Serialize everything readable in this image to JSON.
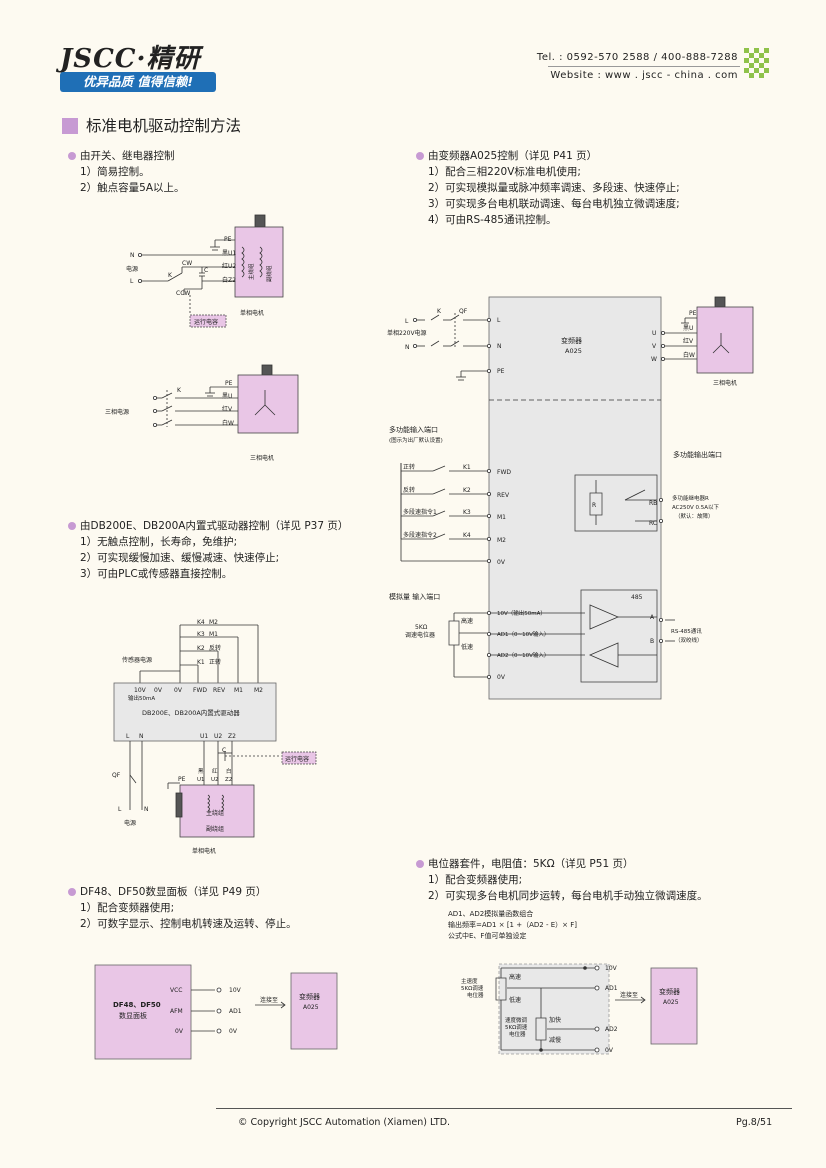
{
  "header": {
    "logo_text": "JSCC·精研",
    "slogan": "优异品质 值得信赖!",
    "tel": "Tel. : 0592-570 2588 / 400-888-7288",
    "website": "Website : www . jscc - china . com",
    "brand_color": "#1f6fb6"
  },
  "page_title": "标准电机驱动控制方法",
  "sec1": {
    "title": "由开关、继电器控制",
    "items": [
      "1）简易控制。",
      "2）触点容量5A以上。"
    ]
  },
  "diag1": {
    "pe": "PE",
    "black_u1": "黑U1",
    "red_u2": "红U2",
    "white_z2": "白Z2",
    "n": "N",
    "l": "L",
    "power": "电源",
    "cw": "CW",
    "ccw": "CCW",
    "k": "K",
    "c": "C",
    "main": "主绕组",
    "sub": "副绕组",
    "cap": "运行电容",
    "motor": "单相电机"
  },
  "diag2": {
    "k": "K",
    "pe": "PE",
    "black_u": "黑U",
    "red_v": "红V",
    "white_w": "白W",
    "power": "三相电源",
    "motor": "三相电机"
  },
  "sec2": {
    "title": "由DB200E、DB200A内置式驱动器控制（详见 P37 页）",
    "items": [
      "1）无触点控制，长寿命，免维护;",
      "2）可实现缓慢加速、缓慢减速、快速停止;",
      "3）可由PLC或传感器直接控制。"
    ]
  },
  "diag3": {
    "k4": "K4",
    "m2": "M2",
    "k3": "K3",
    "m1": "M1",
    "k2": "K2",
    "rev": "反转",
    "k1": "K1",
    "fwd": "正转",
    "sensor": "传感器电源",
    "terms": [
      "10V",
      "0V",
      "0V",
      "FWD",
      "REV",
      "M1",
      "M2"
    ],
    "out": "输出50mA",
    "driver": "DB200E、DB200A内置式驱动器",
    "bottom": [
      "L",
      "N",
      "U1",
      "U2",
      "Z2"
    ],
    "cap": "运行电容",
    "c": "C",
    "qf": "QF",
    "pe": "PE",
    "black": "黑",
    "red": "红",
    "white": "白",
    "u1": "U1",
    "u2": "U2",
    "z2": "Z2",
    "main": "主绕组",
    "sub": "副绕组",
    "power": "电源",
    "l": "L",
    "n": "N",
    "motor": "单相电机"
  },
  "sec3": {
    "title": "DF48、DF50数显面板（详见 P49 页）",
    "items": [
      "1）配合变频器使用;",
      "2）可数字显示、控制电机转速及运转、停止。"
    ]
  },
  "diag5": {
    "panel": "DF48、DF50",
    "panel2": "数显面板",
    "vcc": "VCC",
    "afm": "AFM",
    "ov": "0V",
    "o1": "10V",
    "o2": "AD1",
    "o3": "0V",
    "connect": "连接至",
    "inv": "变频器",
    "inv2": "A025"
  },
  "sec4": {
    "title": "由变频器A025控制（详见 P41 页）",
    "items": [
      "1）配合三相220V标准电机使用;",
      "2）可实现模拟量或脉冲频率调速、多段速、快速停止;",
      "3）可实现多台电机联动调速、每台电机独立微调速度;",
      "4）可由RS-485通讯控制。"
    ]
  },
  "diag4": {
    "l": "L",
    "n": "N",
    "qf": "QF",
    "k": "K",
    "power": "单相220V电源",
    "pe": "PE",
    "inv": "变频器",
    "inv2": "A025",
    "u": "U",
    "v": "V",
    "w": "W",
    "black_u": "黑U",
    "red_v": "红V",
    "white_w": "白W",
    "motor": "三相电机",
    "mfi": "多功能输入端口",
    "mfi_note": "(图示为出厂默认设置)",
    "inputs": [
      {
        "label": "正转",
        "k": "K1",
        "t": "FWD"
      },
      {
        "label": "反转",
        "k": "K2",
        "t": "REV"
      },
      {
        "label": "多段速指令1",
        "k": "K3",
        "t": "M1"
      },
      {
        "label": "多段速指令2",
        "k": "K4",
        "t": "M2"
      }
    ],
    "ov": "0V",
    "mfo": "多功能输出端口",
    "rb": "RB",
    "rc": "RC",
    "r": "R",
    "relay": "多功能继电器R",
    "relay2": "AC250V 0.5A以下",
    "relay3": "（默认：故障）",
    "ain": "模拟量 输入端口",
    "ten": "10V（输出50mA）",
    "ad1": "AD1（0~10V输入）",
    "ad2": "AD2（0~10V输入）",
    "ov2": "0V",
    "pot": "5KΩ",
    "pot2": "调速电位器",
    "high": "高速",
    "low": "低速",
    "rs485": "485",
    "a": "A",
    "b": "B",
    "rs": "RS-485通讯",
    "rs2": "（双绞线）"
  },
  "sec5": {
    "title": "电位器套件，电阻值：5KΩ（详见 P51 页）",
    "items": [
      "1）配合变频器使用;",
      "2）可实现多台电机同步运转，每台电机手动独立微调速度。"
    ],
    "note1": "AD1、AD2模拟量函数组合",
    "note2": "输出频率=AD1 × [1 +（AD2 - E）× F]",
    "note3": "公式中E、F值可单独设定"
  },
  "diag6": {
    "main": "主速度",
    "main2": "5KΩ调速",
    "main3": "电位器",
    "high": "高速",
    "low": "低速",
    "trim": "速度微调",
    "trim2": "5KΩ调速",
    "trim3": "电位器",
    "up": "加快",
    "down": "减慢",
    "t1": "10V",
    "t2": "AD1",
    "t3": "AD2",
    "t4": "0V",
    "connect": "连接至",
    "inv": "变频器",
    "inv2": "A025"
  },
  "footer": {
    "copyright": "© Copyright JSCC Automation (Xiamen) LTD.",
    "page": "Pg.8/51"
  }
}
